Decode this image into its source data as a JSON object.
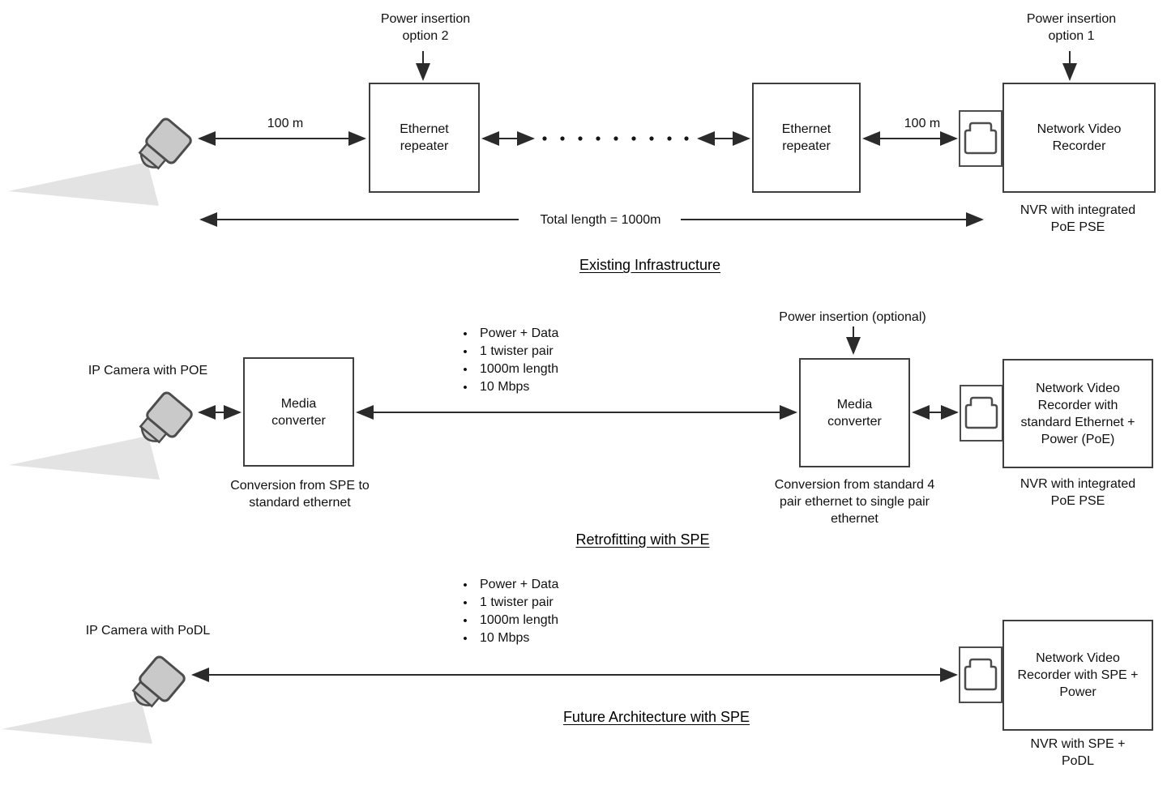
{
  "colors": {
    "line": "#2b2b2b",
    "box_border": "#3f3f3f",
    "camera_body": "#c9c9c9",
    "camera_beam": "#e3e3e3",
    "text": "#111111",
    "background": "#ffffff"
  },
  "icons": {
    "camera": "cctv-camera-icon",
    "ethernet_port": "ethernet-port-icon",
    "bullet_glyph": "•"
  },
  "existing": {
    "title": "Existing Infrastructure",
    "power_option2": [
      "Power insertion",
      "option 2"
    ],
    "power_option1": [
      "Power insertion",
      "option 1"
    ],
    "distance1": "100 m",
    "distance2": "100 m",
    "repeater1_label": "Ethernet repeater",
    "repeater2_label": "Ethernet repeater",
    "nvr_label": "Network Video Recorder",
    "nvr_caption": "NVR with integrated PoE PSE",
    "total_length": "Total length = 1000m"
  },
  "retrofit": {
    "title": "Retrofitting with SPE",
    "camera_label": "IP Camera with POE",
    "bullets": [
      "Power + Data",
      "1 twister pair",
      "1000m length",
      "10 Mbps"
    ],
    "power_optional": "Power insertion (optional)",
    "mc1_label": "Media converter",
    "mc2_label": "Media converter",
    "mc1_caption": "Conversion from SPE to standard ethernet",
    "mc2_caption": "Conversion from standard 4 pair ethernet to single pair ethernet",
    "nvr_label": "Network Video Recorder with standard Ethernet + Power (PoE)",
    "nvr_caption": "NVR with integrated PoE PSE"
  },
  "future": {
    "title": "Future Architecture with SPE",
    "camera_label": "IP Camera with PoDL",
    "bullets": [
      "Power + Data",
      "1 twister pair",
      "1000m length",
      "10 Mbps"
    ],
    "nvr_label": "Network Video Recorder with SPE + Power",
    "nvr_caption": "NVR with SPE + PoDL"
  }
}
